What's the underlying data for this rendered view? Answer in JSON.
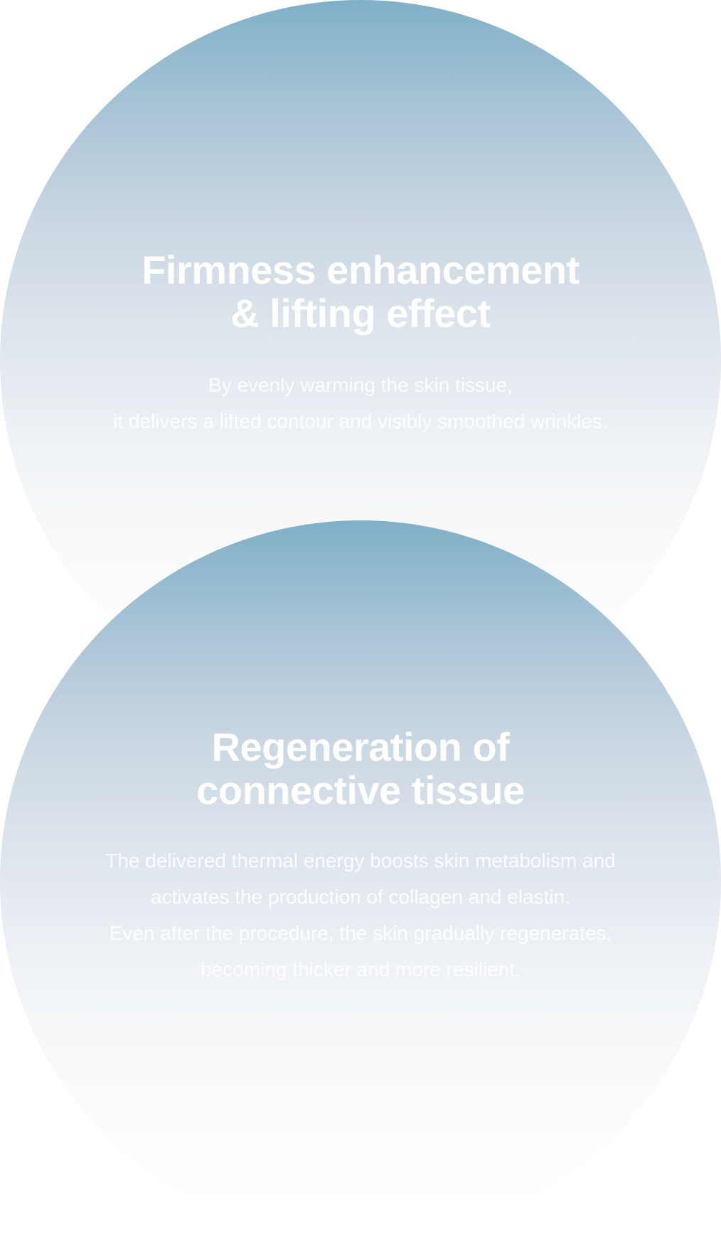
{
  "sections": [
    {
      "title_lines": [
        "Firmness enhancement",
        "& lifting effect"
      ],
      "body_lines": [
        "By evenly warming the skin tissue,",
        "it delivers a lifted contour and visibly smoothed wrinkles."
      ]
    },
    {
      "title_lines": [
        "Regeneration of",
        "connective tissue"
      ],
      "body_lines": [
        "The delivered thermal energy boosts skin metabolism and",
        "activates the production of collagen and elastin.",
        "Even after the procedure, the skin gradually regenerates,",
        "becoming thicker and more resilient."
      ]
    }
  ],
  "colors": {
    "gradient_top": "#7fb0c8",
    "gradient_bottom": "#ffffff",
    "text": "#ffffff"
  }
}
